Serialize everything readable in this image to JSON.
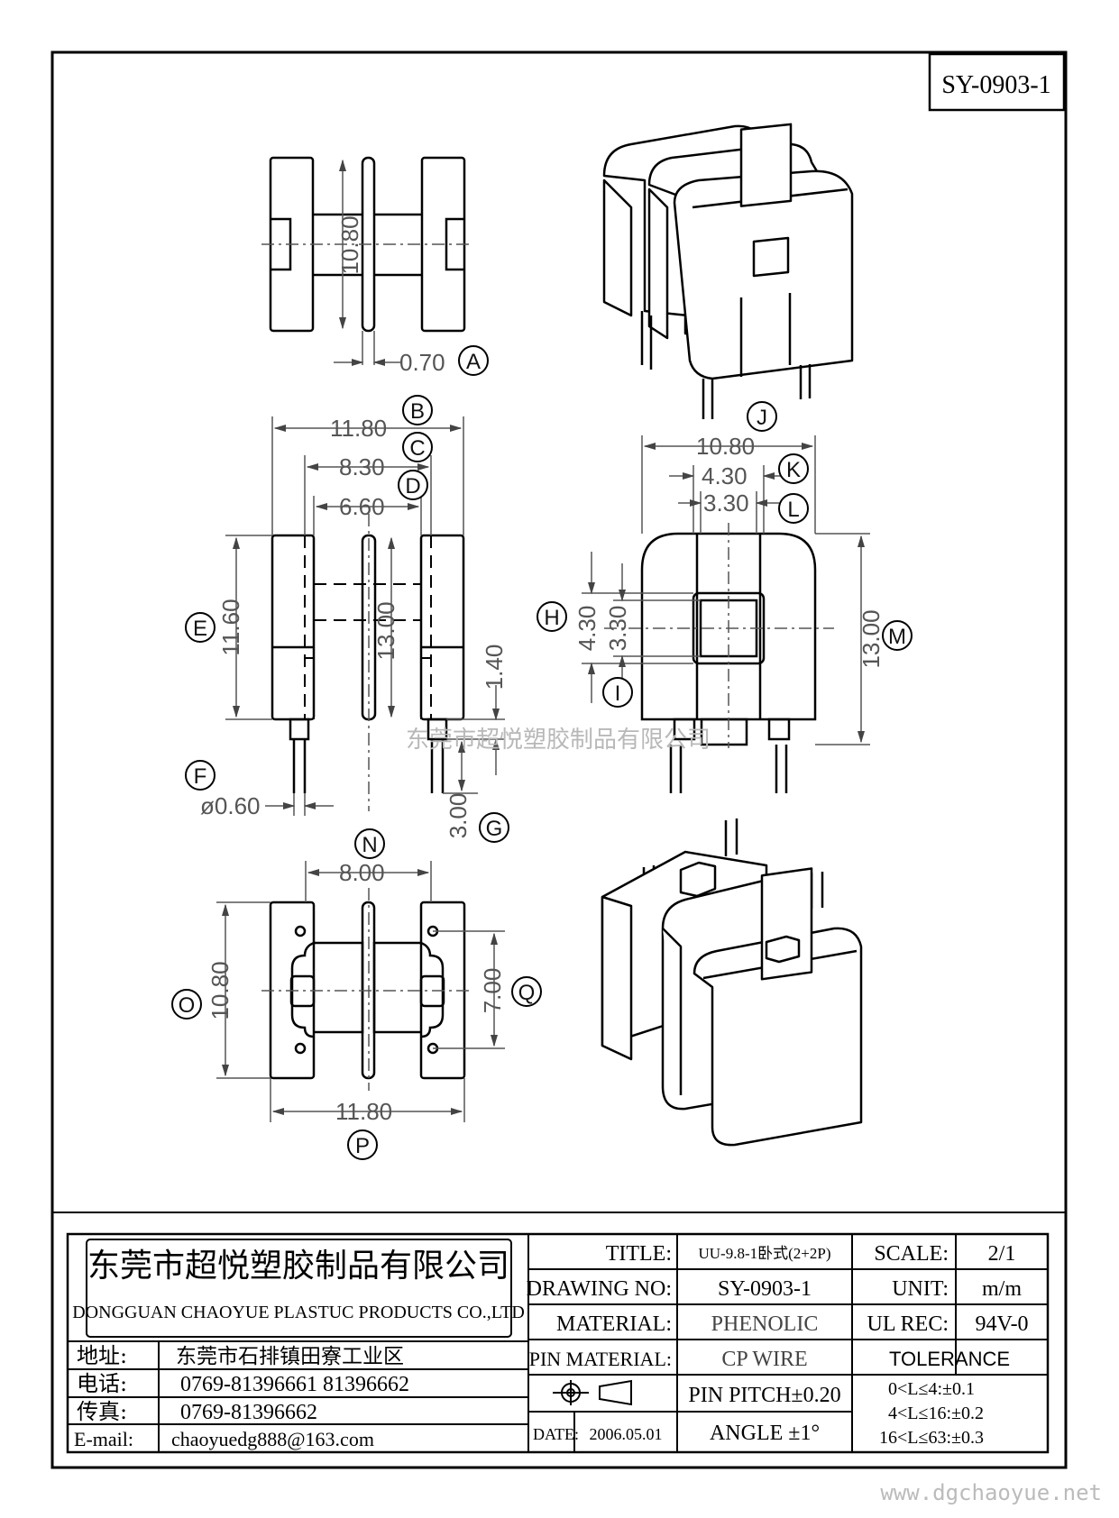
{
  "drawing_id": "SY-0903-1",
  "watermark_center": "东莞市超悦塑胶制品有限公司",
  "watermark_site": "www.dgchaoyue.net",
  "dimensions": {
    "A": "0.70",
    "B": "11.80",
    "C": "8.30",
    "D": "6.60",
    "E": "11.60",
    "F": "ø0.60",
    "G": "3.00",
    "H": "4.30",
    "I": "3.30",
    "J": "10.80",
    "K": "4.30",
    "L": "3.30",
    "M": "13.00",
    "N": "8.00",
    "O": "10.80",
    "P": "11.80",
    "Q": "7.00",
    "top_height": "10.80",
    "front_inner": "13.00",
    "front_pin_gap": "1.40"
  },
  "labels": [
    "A",
    "B",
    "C",
    "D",
    "E",
    "F",
    "G",
    "H",
    "I",
    "J",
    "K",
    "L",
    "M",
    "N",
    "O",
    "P",
    "Q"
  ],
  "company": {
    "name_cn": "东莞市超悦塑胶制品有限公司",
    "name_en": "DONGGUAN CHAOYUE PLASTUC PRODUCTS CO.,LTD",
    "rows": [
      {
        "label": "地址:",
        "value": "东莞市石排镇田寮工业区"
      },
      {
        "label": "电话:",
        "value": "0769-81396661   81396662"
      },
      {
        "label": "传真:",
        "value": "0769-81396662"
      },
      {
        "label": "E-mail:",
        "value": "chaoyuedg888@163.com"
      }
    ]
  },
  "title_block": {
    "title_label": "TITLE:",
    "title_value": "UU-9.8-1卧式(2+2P)",
    "drawing_no_label": "DRAWING NO:",
    "drawing_no_value": "SY-0903-1",
    "material_label": "MATERIAL:",
    "material_value": "PHENOLIC",
    "pin_material_label": "PIN MATERIAL:",
    "pin_material_value": "CP WIRE",
    "date_label": "DATE:",
    "date_value": "2006.05.01",
    "pin_pitch": "PIN PITCH±0.20",
    "angle": "ANGLE  ±1°",
    "scale_label": "SCALE:",
    "scale_value": "2/1",
    "unit_label": "UNIT:",
    "unit_value": "m/m",
    "ul_label": "UL REC:",
    "ul_value": "94V-0",
    "tolerance_label": "TOLERANCE",
    "tolerances": [
      "0<L≤4:±0.1",
      "4<L≤16:±0.2",
      "16<L≤63:±0.3"
    ]
  }
}
